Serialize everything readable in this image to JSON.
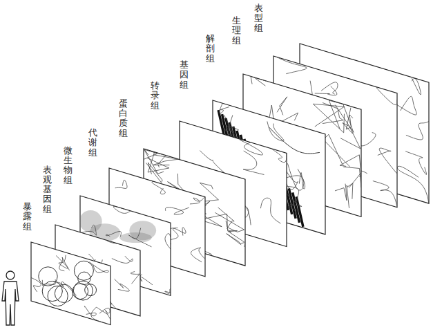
{
  "diagram": {
    "labels": [
      "暴露组",
      "表观基因组",
      "微生物组",
      "代谢组",
      "蛋白质组",
      "转录组",
      "基因组",
      "解剖组",
      "生理组",
      "表型组"
    ]
  }
}
